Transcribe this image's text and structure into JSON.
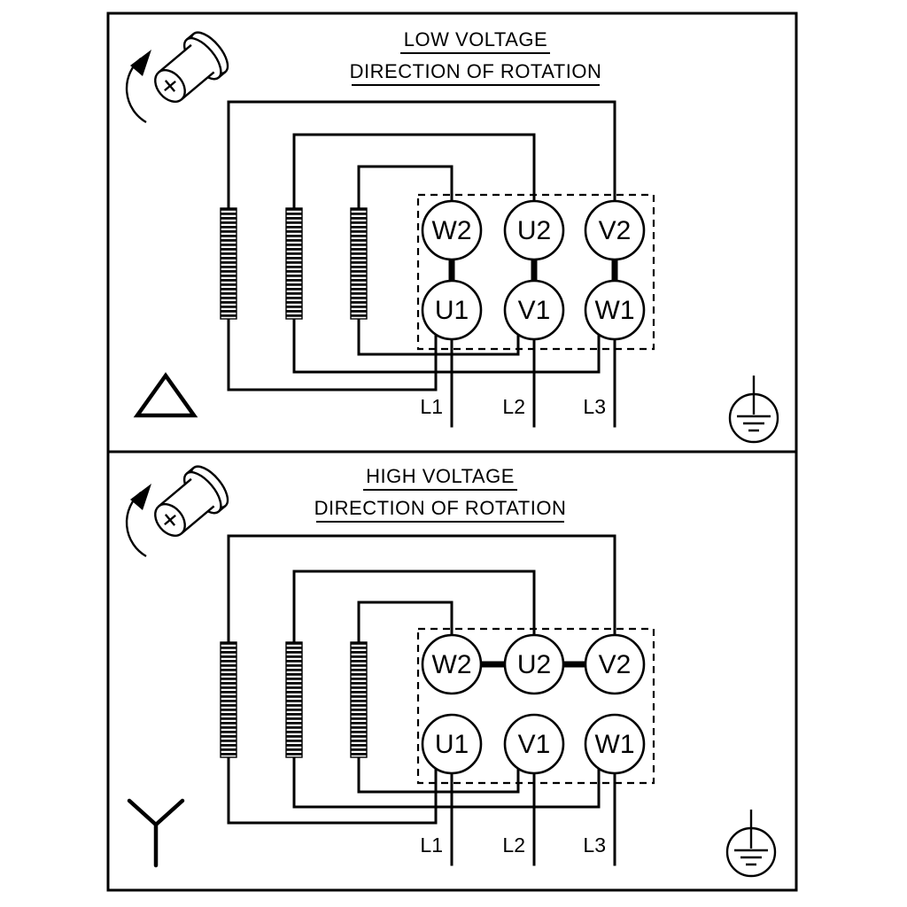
{
  "diagram": {
    "panels": [
      {
        "title": "LOW VOLTAGE",
        "subtitle": "DIRECTION OF ROTATION",
        "connection_symbol": "delta",
        "terminals": {
          "top": [
            "W2",
            "U2",
            "V2"
          ],
          "bottom": [
            "U1",
            "V1",
            "W1"
          ]
        },
        "supply_lines": [
          "L1",
          "L2",
          "L3"
        ]
      },
      {
        "title": "HIGH VOLTAGE",
        "subtitle": "DIRECTION OF ROTATION",
        "connection_symbol": "star",
        "terminals": {
          "top": [
            "W2",
            "U2",
            "V2"
          ],
          "bottom": [
            "U1",
            "V1",
            "W1"
          ]
        },
        "supply_lines": [
          "L1",
          "L2",
          "L3"
        ]
      }
    ],
    "icons": {
      "rotation": "shaft-with-counterclockwise-arrow",
      "delta": "triangle-outline",
      "star": "y-shape",
      "ground": "earth-ground-in-circle"
    },
    "colors": {
      "line": "#000000",
      "background": "#ffffff"
    }
  }
}
